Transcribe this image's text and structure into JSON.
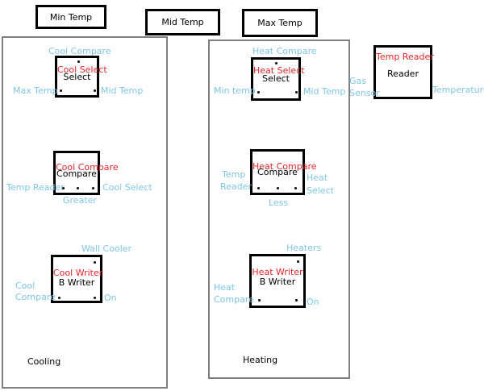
{
  "variables": {
    "min_temp": "Min Temp",
    "mid_temp": "Mid Temp",
    "max_temp": "Max Temp"
  },
  "cooling": {
    "group_label": "Cooling",
    "select_block": {
      "name": "Cool Select",
      "type": "Select",
      "top_input": "Cool Compare",
      "left_input": "Max Temp",
      "right_input": "Mid Temp"
    },
    "compare_block": {
      "name": "Cool Compare",
      "type": "Compare",
      "left_input": "Temp Reader",
      "right_input": "Cool Select",
      "bottom_output": "Greater"
    },
    "writer_block": {
      "name": "Cool Writer",
      "type": "B Writer",
      "top_output": "Wall Cooler",
      "left_input_line1": "Cool",
      "left_input_line2": "Compare",
      "right_input": "On"
    }
  },
  "heating": {
    "group_label": "Heating",
    "select_block": {
      "name": "Heat Select",
      "type": "Select",
      "top_input": "Heat Compare",
      "left_input": "Min temp",
      "right_input": "Mid Temp"
    },
    "compare_block": {
      "name": "Heat Compare",
      "type": "Compare",
      "left_input_line1": "Temp",
      "left_input_line2": "Reader",
      "right_input_line1": "Heat",
      "right_input_line2": "Select",
      "bottom_output": "Less"
    },
    "writer_block": {
      "name": "Heat Writer",
      "type": "B Writer",
      "top_output": "Heaters",
      "left_input_line1": "Heat",
      "left_input_line2": "Compare",
      "right_input": "On"
    }
  },
  "reader": {
    "name": "Temp Reader",
    "type": "Reader",
    "left_input_line1": "Gas",
    "left_input_line2": "Sensor",
    "right_output": "Temperature"
  },
  "colors": {
    "block_name": "#e8262b",
    "port_label": "#7ec6e6",
    "group_border": "#7f7f7f"
  }
}
